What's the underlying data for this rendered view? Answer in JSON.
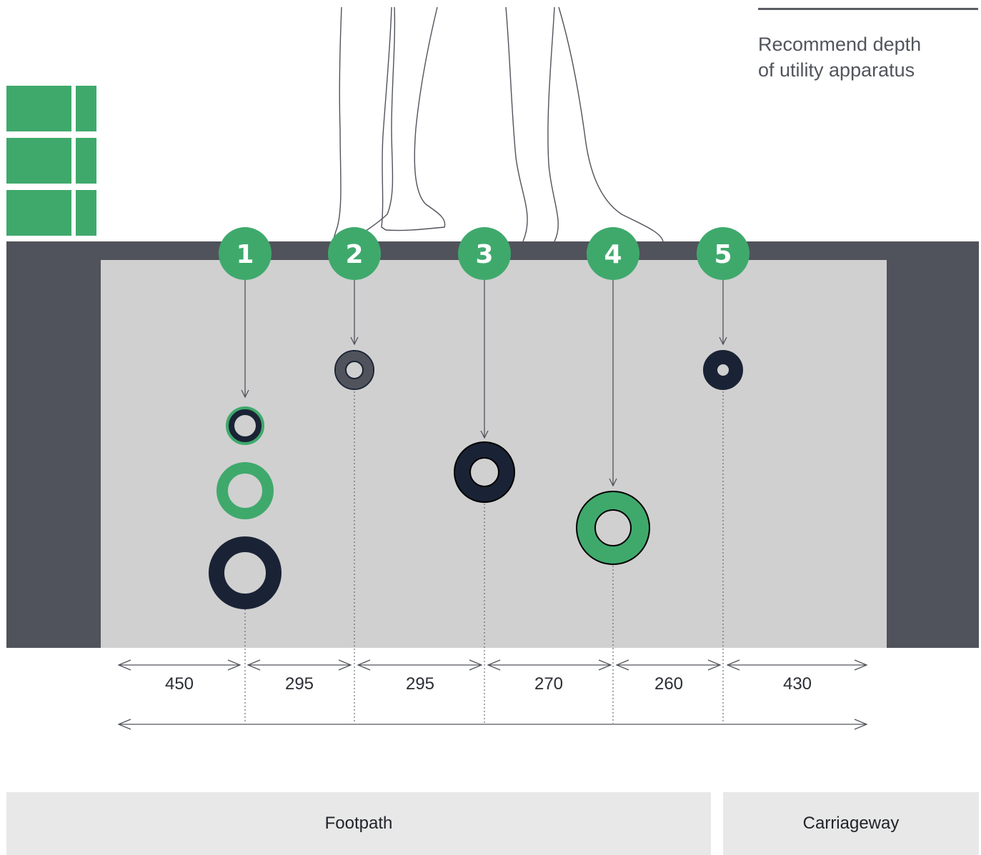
{
  "legend": {
    "title_line1": "Recommend depth",
    "title_line2": "of utility apparatus"
  },
  "colors": {
    "green": "#3fa96c",
    "navy": "#1a2335",
    "dark_grey": "#50535b",
    "ground": "#d0d0d0",
    "zone_bg": "#e8e8e8"
  },
  "utilities": [
    {
      "number": "1"
    },
    {
      "number": "2"
    },
    {
      "number": "3"
    },
    {
      "number": "4"
    },
    {
      "number": "5"
    }
  ],
  "dimensions": [
    "450",
    "295",
    "295",
    "270",
    "260",
    "430"
  ],
  "zones": {
    "footpath": "Footpath",
    "carriageway": "Carriageway"
  }
}
